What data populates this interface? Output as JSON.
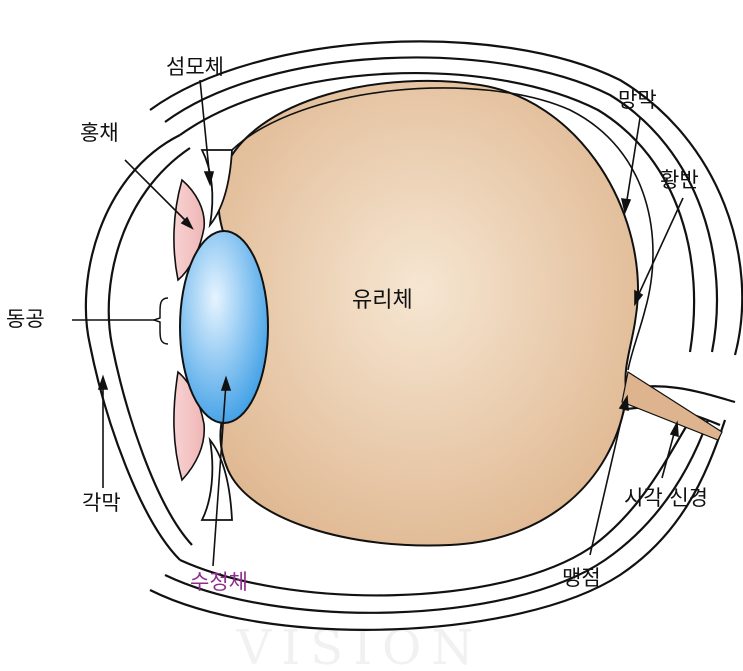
{
  "diagram": {
    "labels": {
      "ciliary_body": "섬모체",
      "iris": "홍채",
      "pupil": "동공",
      "cornea": "각막",
      "lens": "수정체",
      "vitreous": "유리체",
      "retina": "망막",
      "macula": "황반",
      "optic_nerve": "시각 신경",
      "blind_spot": "맹점"
    },
    "colors": {
      "vitreous_light": "#f6e6d2",
      "vitreous_dark": "#dfb790",
      "lens_light": "#e6f4ff",
      "lens_dark": "#3d9ee6",
      "iris": "#f0b6b6",
      "optic_nerve": "#ddb48e",
      "line": "#111111",
      "lens_label": "#8e2d8e"
    },
    "watermark": "VISION"
  }
}
